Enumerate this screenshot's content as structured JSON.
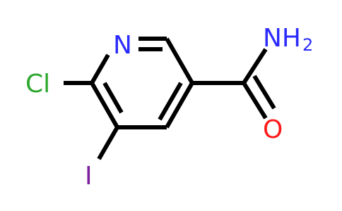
{
  "atoms": {
    "N": {
      "text": "N",
      "color": "#2b2bff"
    },
    "Cl": {
      "text": "Cl",
      "color": "#2ea72e"
    },
    "I": {
      "text": "I",
      "color": "#7a1f9e"
    },
    "NH2": {
      "text": "NH",
      "sub": "2",
      "color": "#2b2bff"
    },
    "O": {
      "text": "O",
      "color": "#ff1a1a"
    }
  },
  "colors": {
    "bond": "#000000",
    "background": "#ffffff"
  }
}
